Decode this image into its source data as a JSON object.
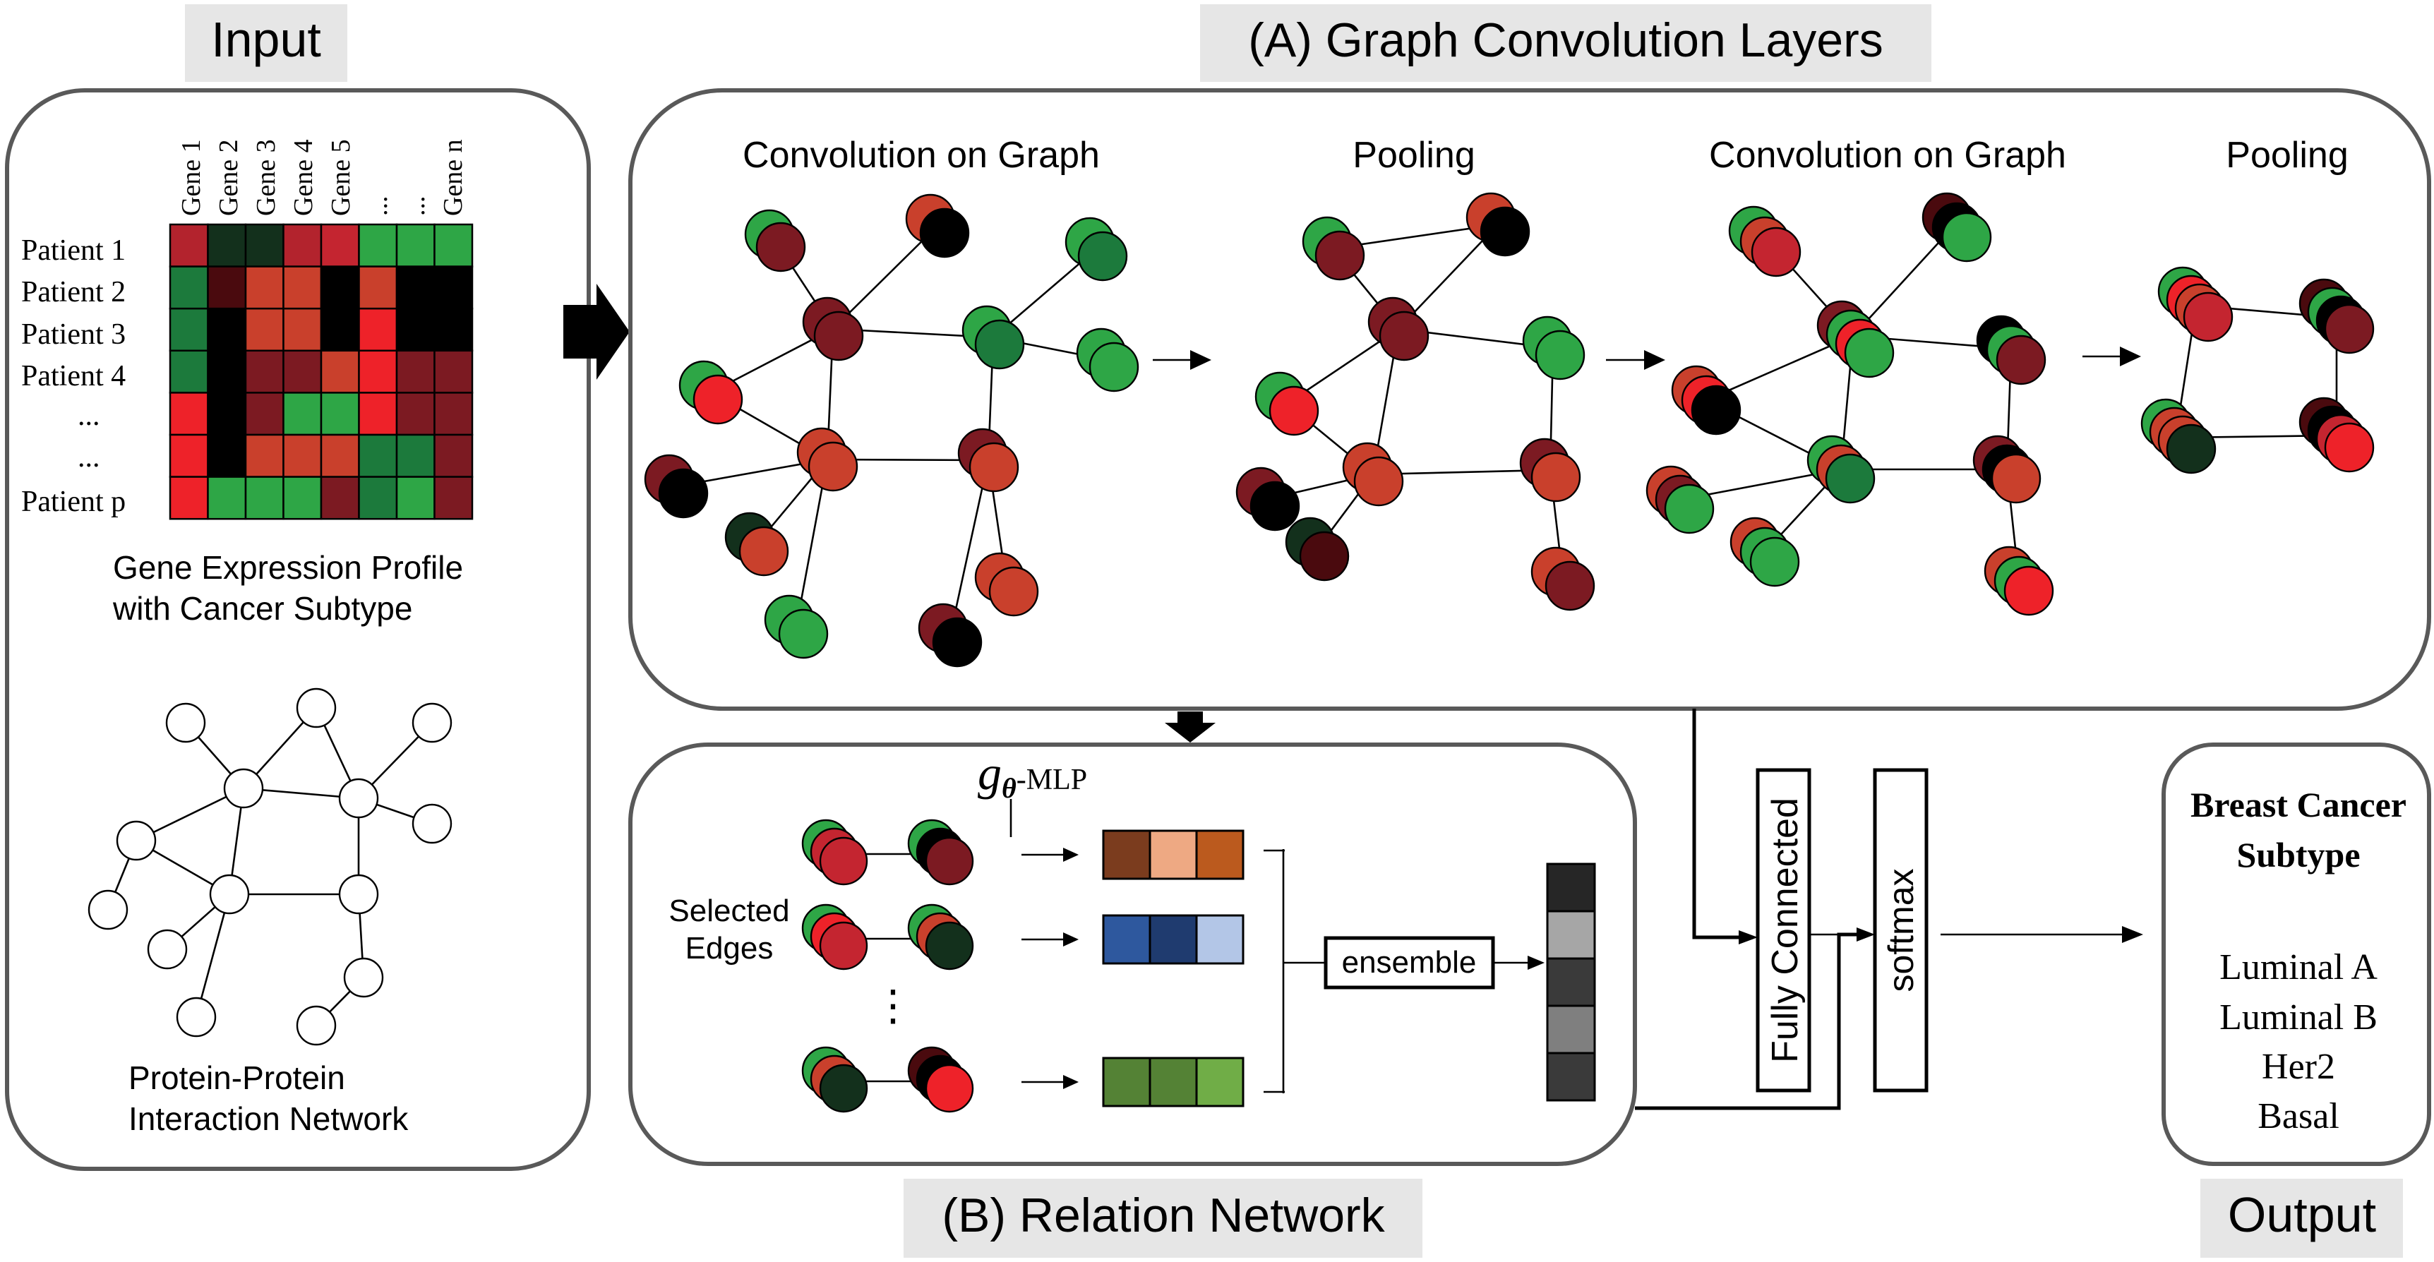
{
  "labels": {
    "input": "Input",
    "graph_conv_layers": "(A) Graph Convolution Layers",
    "relation_network": "(B) Relation Network",
    "output": "Output"
  },
  "input_panel": {
    "gene_headers": [
      "Gene 1",
      "Gene 2",
      "Gene 3",
      "Gene 4",
      "Gene 5",
      "...",
      "...",
      "Gene n"
    ],
    "patient_rows": [
      "Patient 1",
      "Patient 2",
      "Patient 3",
      "Patient 4",
      "...",
      "...",
      "Patient p"
    ],
    "heatmap_caption_line1": "Gene Expression Profile",
    "heatmap_caption_line2": "with Cancer Subtype",
    "ppi_caption_line1": "Protein-Protein",
    "ppi_caption_line2": "Interaction Network",
    "heatmap_colors": [
      [
        "#b3232d",
        "#13301c",
        "#13301c",
        "#b3232d",
        "#c42530",
        "#2ea646",
        "#2ea646",
        "#2ea646"
      ],
      [
        "#1c7a3c",
        "#4a0a0e",
        "#c9402c",
        "#c9402c",
        "#000000",
        "#c9402c",
        "#000000",
        "#000000"
      ],
      [
        "#1c7a3c",
        "#000000",
        "#c9402c",
        "#c9402c",
        "#000000",
        "#ee2229",
        "#000000",
        "#000000"
      ],
      [
        "#1c7a3c",
        "#000000",
        "#7c1a22",
        "#7c1a22",
        "#c9402c",
        "#ee2229",
        "#7c1a22",
        "#7c1a22"
      ],
      [
        "#ee2229",
        "#000000",
        "#7c1a22",
        "#2ea646",
        "#2ea646",
        "#ee2229",
        "#7c1a22",
        "#7c1a22"
      ],
      [
        "#ee2229",
        "#000000",
        "#c9402c",
        "#c9402c",
        "#c9402c",
        "#1c7a3c",
        "#1c7a3c",
        "#7c1a22"
      ],
      [
        "#ee2229",
        "#2ea646",
        "#2ea646",
        "#2ea646",
        "#7c1a22",
        "#1c7a3c",
        "#2ea646",
        "#7c1a22"
      ]
    ]
  },
  "graph_layers": {
    "stage_titles": [
      "Convolution on Graph",
      "Pooling",
      "Convolution on Graph",
      "Pooling"
    ]
  },
  "relation": {
    "g_symbol": "g",
    "theta_symbol": "θ",
    "mlp_suffix": "-MLP",
    "selected_edges_line1": "Selected",
    "selected_edges_line2": "Edges",
    "vertical_dots": "⋮",
    "ensemble_label": "ensemble",
    "feature_rows": [
      [
        "#7b3c1e",
        "#eea983",
        "#bb5a1e"
      ],
      [
        "#2e589e",
        "#1f3b6f",
        "#b3c6e7"
      ],
      [
        "#548235",
        "#548235",
        "#70ad47"
      ]
    ],
    "ensemble_output_colors": [
      "#262626",
      "#a6a6a6",
      "#3a3a3a",
      "#7f7f7f",
      "#3a3a3a"
    ]
  },
  "classifier": {
    "fully_connected": "Fully Connected",
    "softmax": "softmax"
  },
  "output_panel": {
    "title_line1": "Breast Cancer",
    "title_line2": "Subtype",
    "subtypes": [
      "Luminal A",
      "Luminal B",
      "Her2",
      "Basal"
    ]
  },
  "palette": {
    "dark_red": "#7c1a22",
    "orange_red": "#c9402c",
    "red": "#ee2229",
    "dark_green": "#1c7a3c",
    "green": "#2ea646",
    "very_dark_green": "#13301c",
    "black": "#000000",
    "panel_border": "#595959",
    "label_background": "#e6e6e6"
  }
}
